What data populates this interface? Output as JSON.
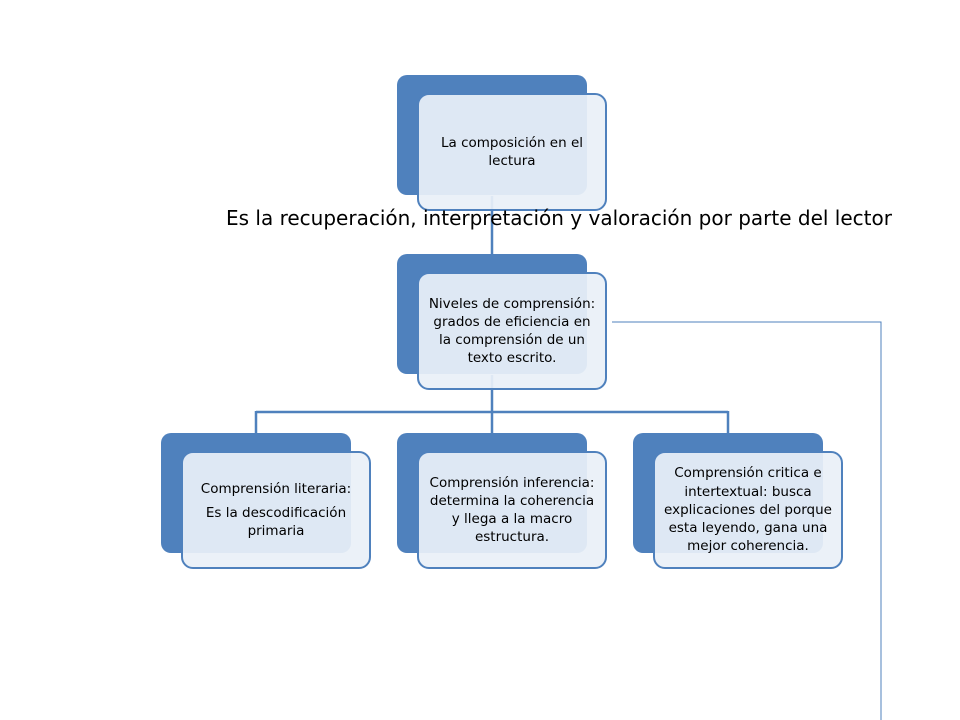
{
  "diagram": {
    "root": {
      "text": "La composición en el lectura"
    },
    "caption": "Es la recuperación, interpretación y valoración por parte del lector",
    "levels": {
      "text": "Niveles de comprensión: grados de eficiencia  en la comprensión de un texto escrito."
    },
    "children": [
      {
        "title": "Comprensión literaria:",
        "detail": "Es la descodificación primaria"
      },
      {
        "text": "Comprensión inferencia: determina la coherencia y llega a la macro estructura."
      },
      {
        "text": "Comprensión critica e intertextual: busca explicaciones del porque esta leyendo, gana una mejor coherencia."
      }
    ]
  },
  "colors": {
    "primary": "#4f81bd",
    "box_fill": "#eaf0f8",
    "connector": "#4f81bd"
  }
}
